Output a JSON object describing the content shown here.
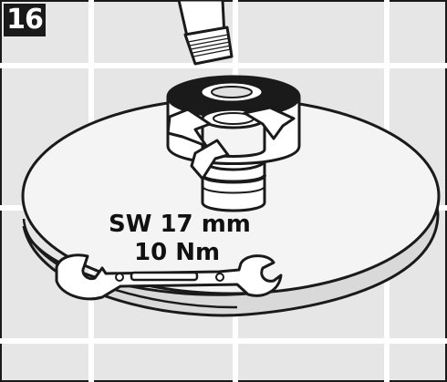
{
  "step": {
    "number": "16"
  },
  "instruction": {
    "wrench_size": "SW 17 mm",
    "torque": "10 Nm"
  },
  "icons": [
    "shower-arm",
    "threaded-connector",
    "rotation-arrows",
    "shower-head-disc",
    "open-end-wrench"
  ],
  "colors": {
    "tile": "#e6e6e6",
    "grout": "#ffffff",
    "outline": "#1a1a1a",
    "badge": "#1a1a1a",
    "metal": "#f4f4f4"
  }
}
